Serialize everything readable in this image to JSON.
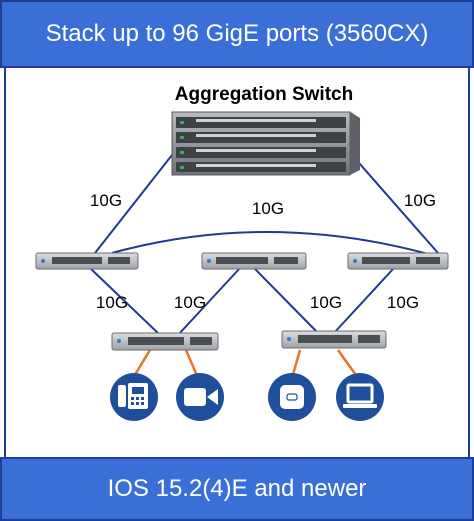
{
  "header": {
    "title": "Stack up to 96 GigE ports (3560CX)"
  },
  "footer": {
    "text": "IOS 15.2(4)E and newer"
  },
  "diagram": {
    "aggregation_label": "Aggregation Switch",
    "link_speed_labels": [
      "10G",
      "10G",
      "10G",
      "10G",
      "10G",
      "10G",
      "10G"
    ],
    "colors": {
      "banner": "#3b6fd8",
      "link_blue": "#1f3a93",
      "link_orange": "#e8742a",
      "endpoint_circle": "#1f4e9c"
    },
    "endpoints": [
      {
        "icon": "ip-phone-icon"
      },
      {
        "icon": "video-camera-icon"
      },
      {
        "icon": "wireless-ap-icon"
      },
      {
        "icon": "laptop-icon"
      }
    ]
  }
}
